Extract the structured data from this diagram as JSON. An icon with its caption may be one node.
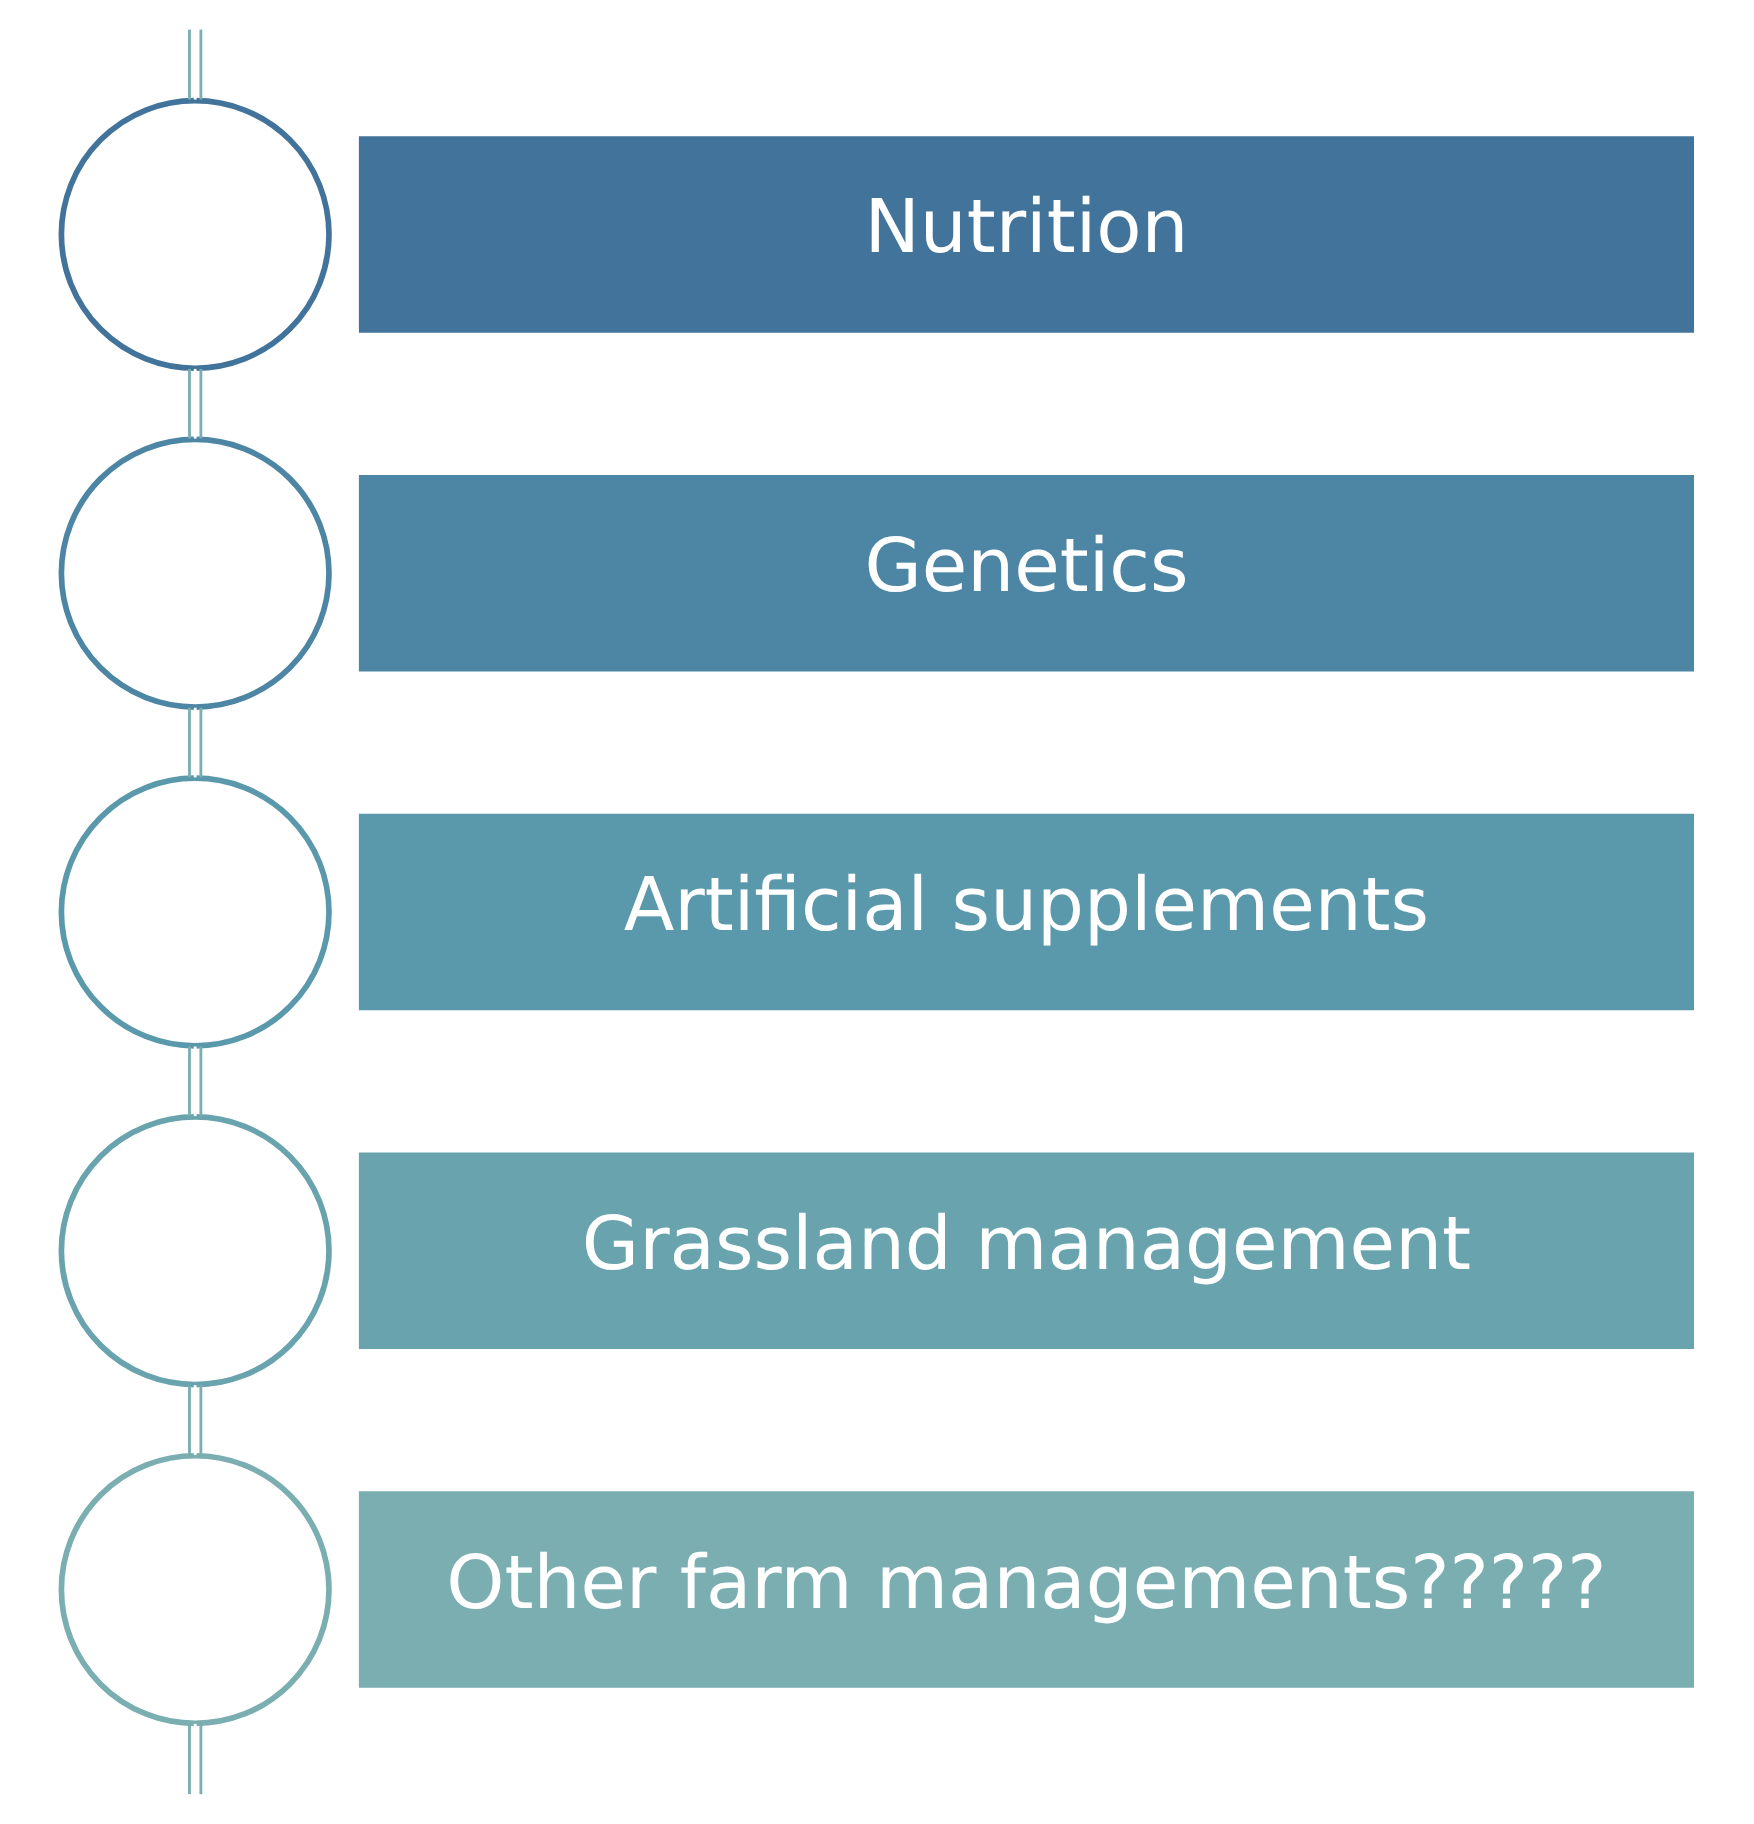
{
  "diagram": {
    "nodes": [
      {
        "text": [],
        "shape": "circle"
      },
      {
        "text": [
          "Nutrition"
        ]
      },
      {
        "text": [],
        "shape": "circle"
      },
      {
        "text": [
          "Genetics"
        ]
      },
      {
        "text": [],
        "shape": "circle"
      },
      {
        "text": [
          "Artificial supplements"
        ]
      },
      {
        "text": [],
        "shape": "circle"
      },
      {
        "text": [
          "Grassland management"
        ]
      },
      {
        "text": [],
        "shape": "circle"
      },
      {
        "text": [
          "Other farm managements?????"
        ]
      }
    ],
    "edges": [
      {
        "from": null,
        "to": 0,
        "arrow": "none"
      },
      {
        "from": 0,
        "to": 2,
        "arrow": "none"
      },
      {
        "from": 2,
        "to": 4,
        "arrow": "none"
      },
      {
        "from": 4,
        "to": 6,
        "arrow": "none"
      },
      {
        "from": 6,
        "to": 8,
        "arrow": "none"
      },
      {
        "from": 8,
        "to": null,
        "arrow": "none"
      }
    ]
  }
}
